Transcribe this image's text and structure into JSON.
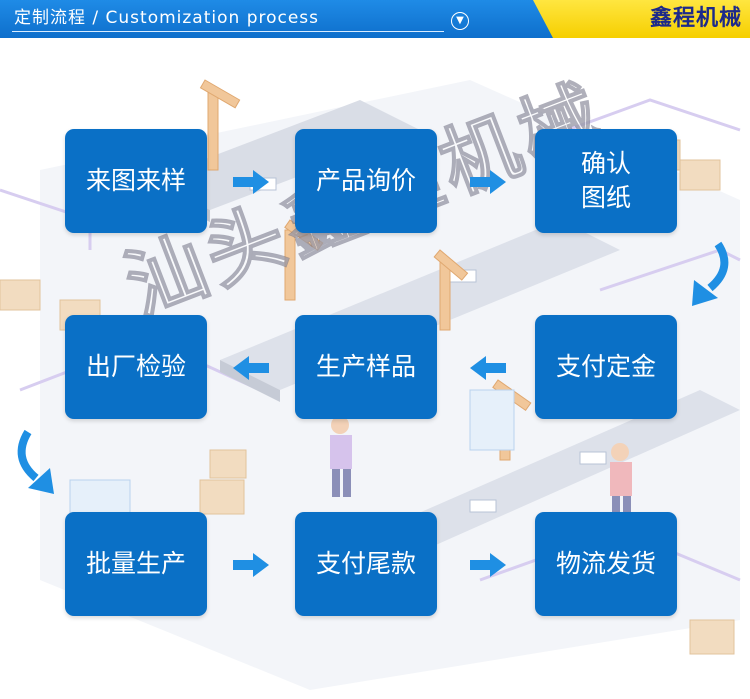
{
  "header": {
    "title": "定制流程 / Customization process",
    "brand": "鑫程机械"
  },
  "steps": [
    {
      "label": "来图来样"
    },
    {
      "label": "产品询价"
    },
    {
      "label_line1": "确认",
      "label_line2": "图纸"
    },
    {
      "label": "支付定金"
    },
    {
      "label": "生产样品"
    },
    {
      "label": "出厂检验"
    },
    {
      "label": "批量生产"
    },
    {
      "label": "支付尾款"
    },
    {
      "label": "物流发货"
    }
  ],
  "watermark": "汕头鑫程机械",
  "colors": {
    "header_blue": "#0e6fcc",
    "header_yellow": "#f6cf00",
    "brand_text": "#1d2a8a",
    "step_box": "#0a70c6",
    "arrow": "#1f8fe3"
  },
  "icons": {
    "header_toggle": "chevron-down-icon",
    "flow_arrow": "arrow-right-icon",
    "flow_turn": "curved-arrow-down-icon"
  }
}
